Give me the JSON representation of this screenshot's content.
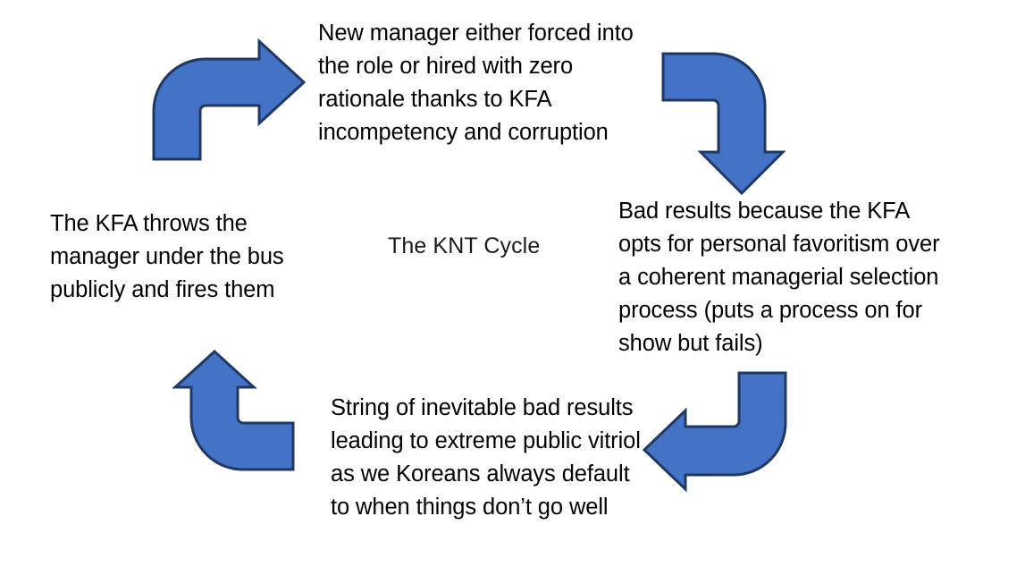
{
  "diagram": {
    "title": "The KNT Cycle",
    "type": "cycle",
    "background_color": "#ffffff",
    "arrow_fill": "#4472C4",
    "arrow_stroke": "#1F3864",
    "text_color": "#000000",
    "stages": [
      {
        "id": "stage-1",
        "position": "top",
        "text": "New manager either forced into the role or hired with zero rationale thanks to KFA incompetency and corruption"
      },
      {
        "id": "stage-2",
        "position": "right",
        "text": "Bad results because the KFA opts for personal favoritism over a coherent managerial selection process (puts a process on for show but fails)"
      },
      {
        "id": "stage-3",
        "position": "bottom",
        "text": "String of inevitable bad results leading to extreme public vitriol as we Koreans always default to when things don’t go well"
      },
      {
        "id": "stage-4",
        "position": "left",
        "text": "The KFA throws the manager under the bus publicly and fires them"
      }
    ],
    "arrows": [
      {
        "id": "arrow-top-left",
        "name": "bent-arrow-up-right",
        "from": "left-stage",
        "to": "top-stage",
        "direction": "right"
      },
      {
        "id": "arrow-top-right",
        "name": "bent-arrow-right-down",
        "from": "top-stage",
        "to": "right-stage",
        "direction": "down"
      },
      {
        "id": "arrow-bottom-right",
        "name": "bent-arrow-down-left",
        "from": "right-stage",
        "to": "bottom-stage",
        "direction": "left"
      },
      {
        "id": "arrow-bottom-left",
        "name": "bent-arrow-left-up",
        "from": "bottom-stage",
        "to": "left-stage",
        "direction": "up"
      }
    ]
  }
}
